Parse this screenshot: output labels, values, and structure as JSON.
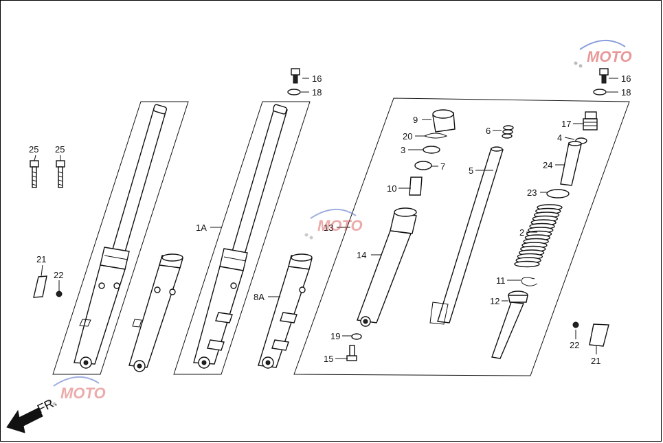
{
  "direction_label": "FR.",
  "watermark": {
    "text": "MOTO",
    "colors": {
      "primary": "#d64545",
      "accent": "#3b5cc4",
      "dots": "#777777"
    }
  },
  "callouts": {
    "c1A": "1A",
    "c8A": "8A",
    "c2": "2",
    "c3": "3",
    "c4": "4",
    "c5": "5",
    "c6": "6",
    "c7": "7",
    "c9": "9",
    "c10": "10",
    "c11": "11",
    "c12": "12",
    "c13": "13",
    "c14": "14",
    "c15": "15",
    "c16a": "16",
    "c16b": "16",
    "c17": "17",
    "c18a": "18",
    "c18b": "18",
    "c19": "19",
    "c20": "20",
    "c21a": "21",
    "c21b": "21",
    "c22a": "22",
    "c22b": "22",
    "c23": "23",
    "c24": "24",
    "c25a": "25",
    "c25b": "25"
  }
}
